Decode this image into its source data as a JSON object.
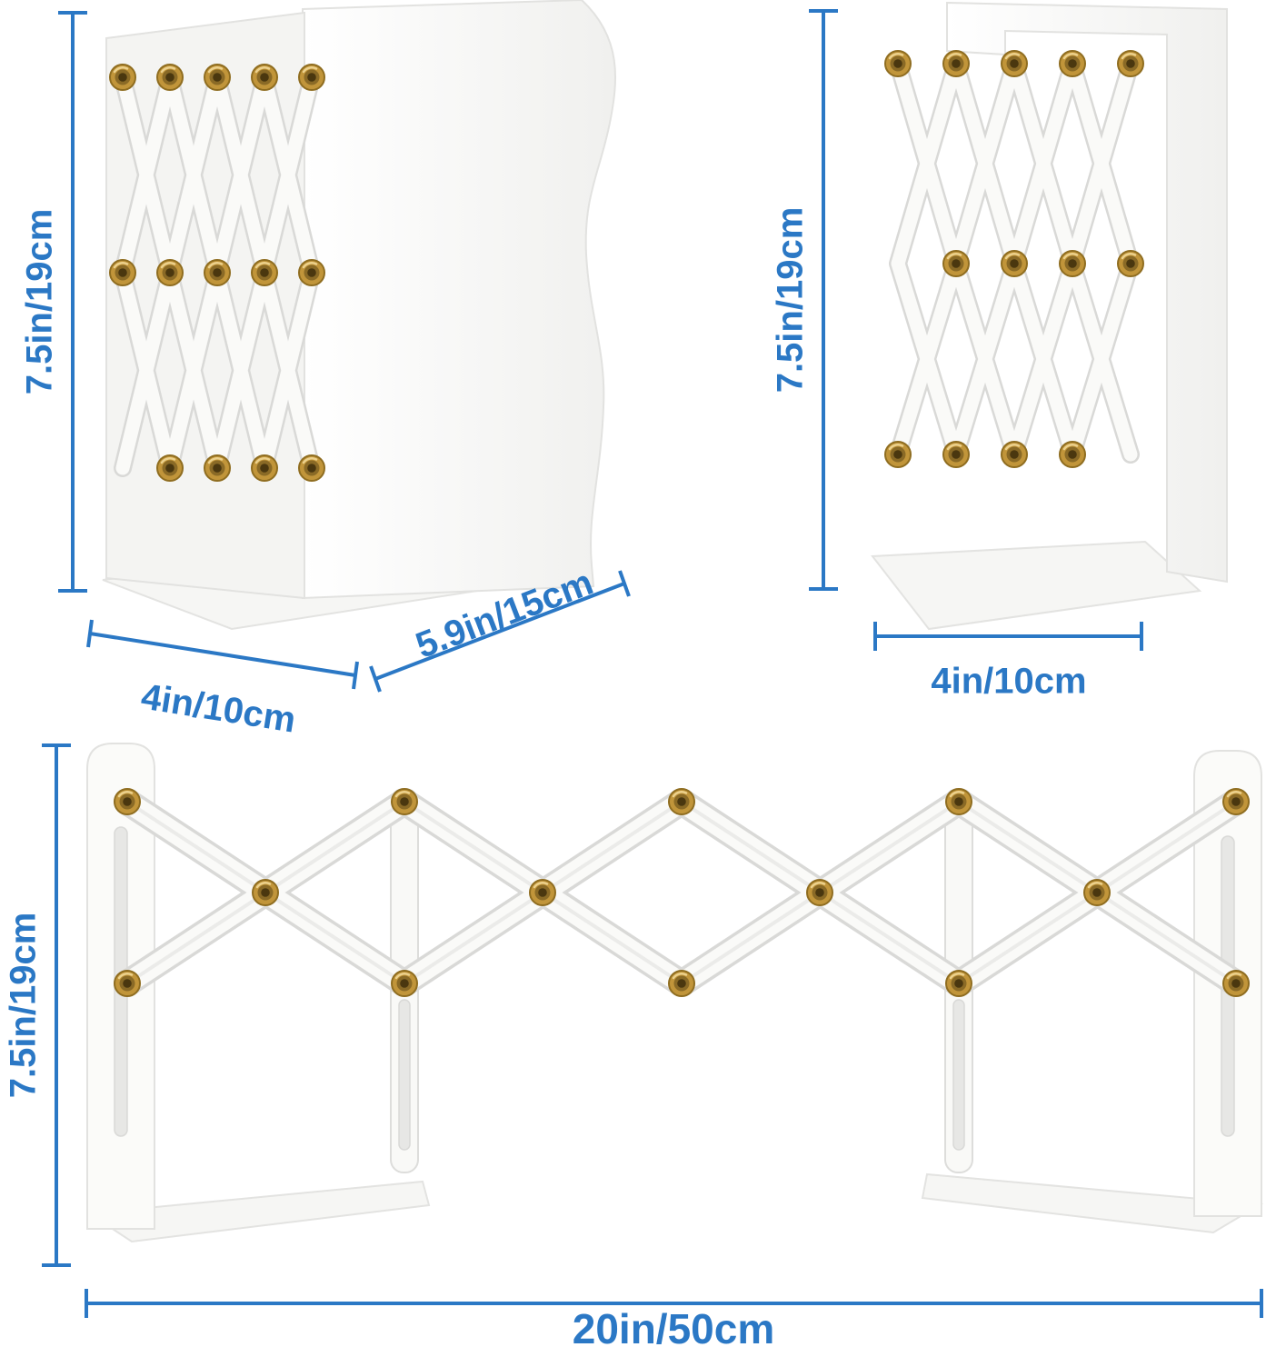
{
  "colors": {
    "accent": "#2b78c5",
    "rivet_brass": "#c1953a",
    "product_white": "#fbfbf9"
  },
  "views": {
    "folded_front": {
      "description": "adjustable bookend folded, front three-quarter view",
      "height": "7.5in/19cm",
      "width": "4in/10cm",
      "depth": "5.9in/15cm"
    },
    "folded_side": {
      "description": "adjustable bookend folded, side view",
      "height": "7.5in/19cm",
      "width": "4in/10cm"
    },
    "extended": {
      "description": "adjustable bookend fully extended",
      "height": "7.5in/19cm",
      "width": "20in/50cm"
    }
  }
}
